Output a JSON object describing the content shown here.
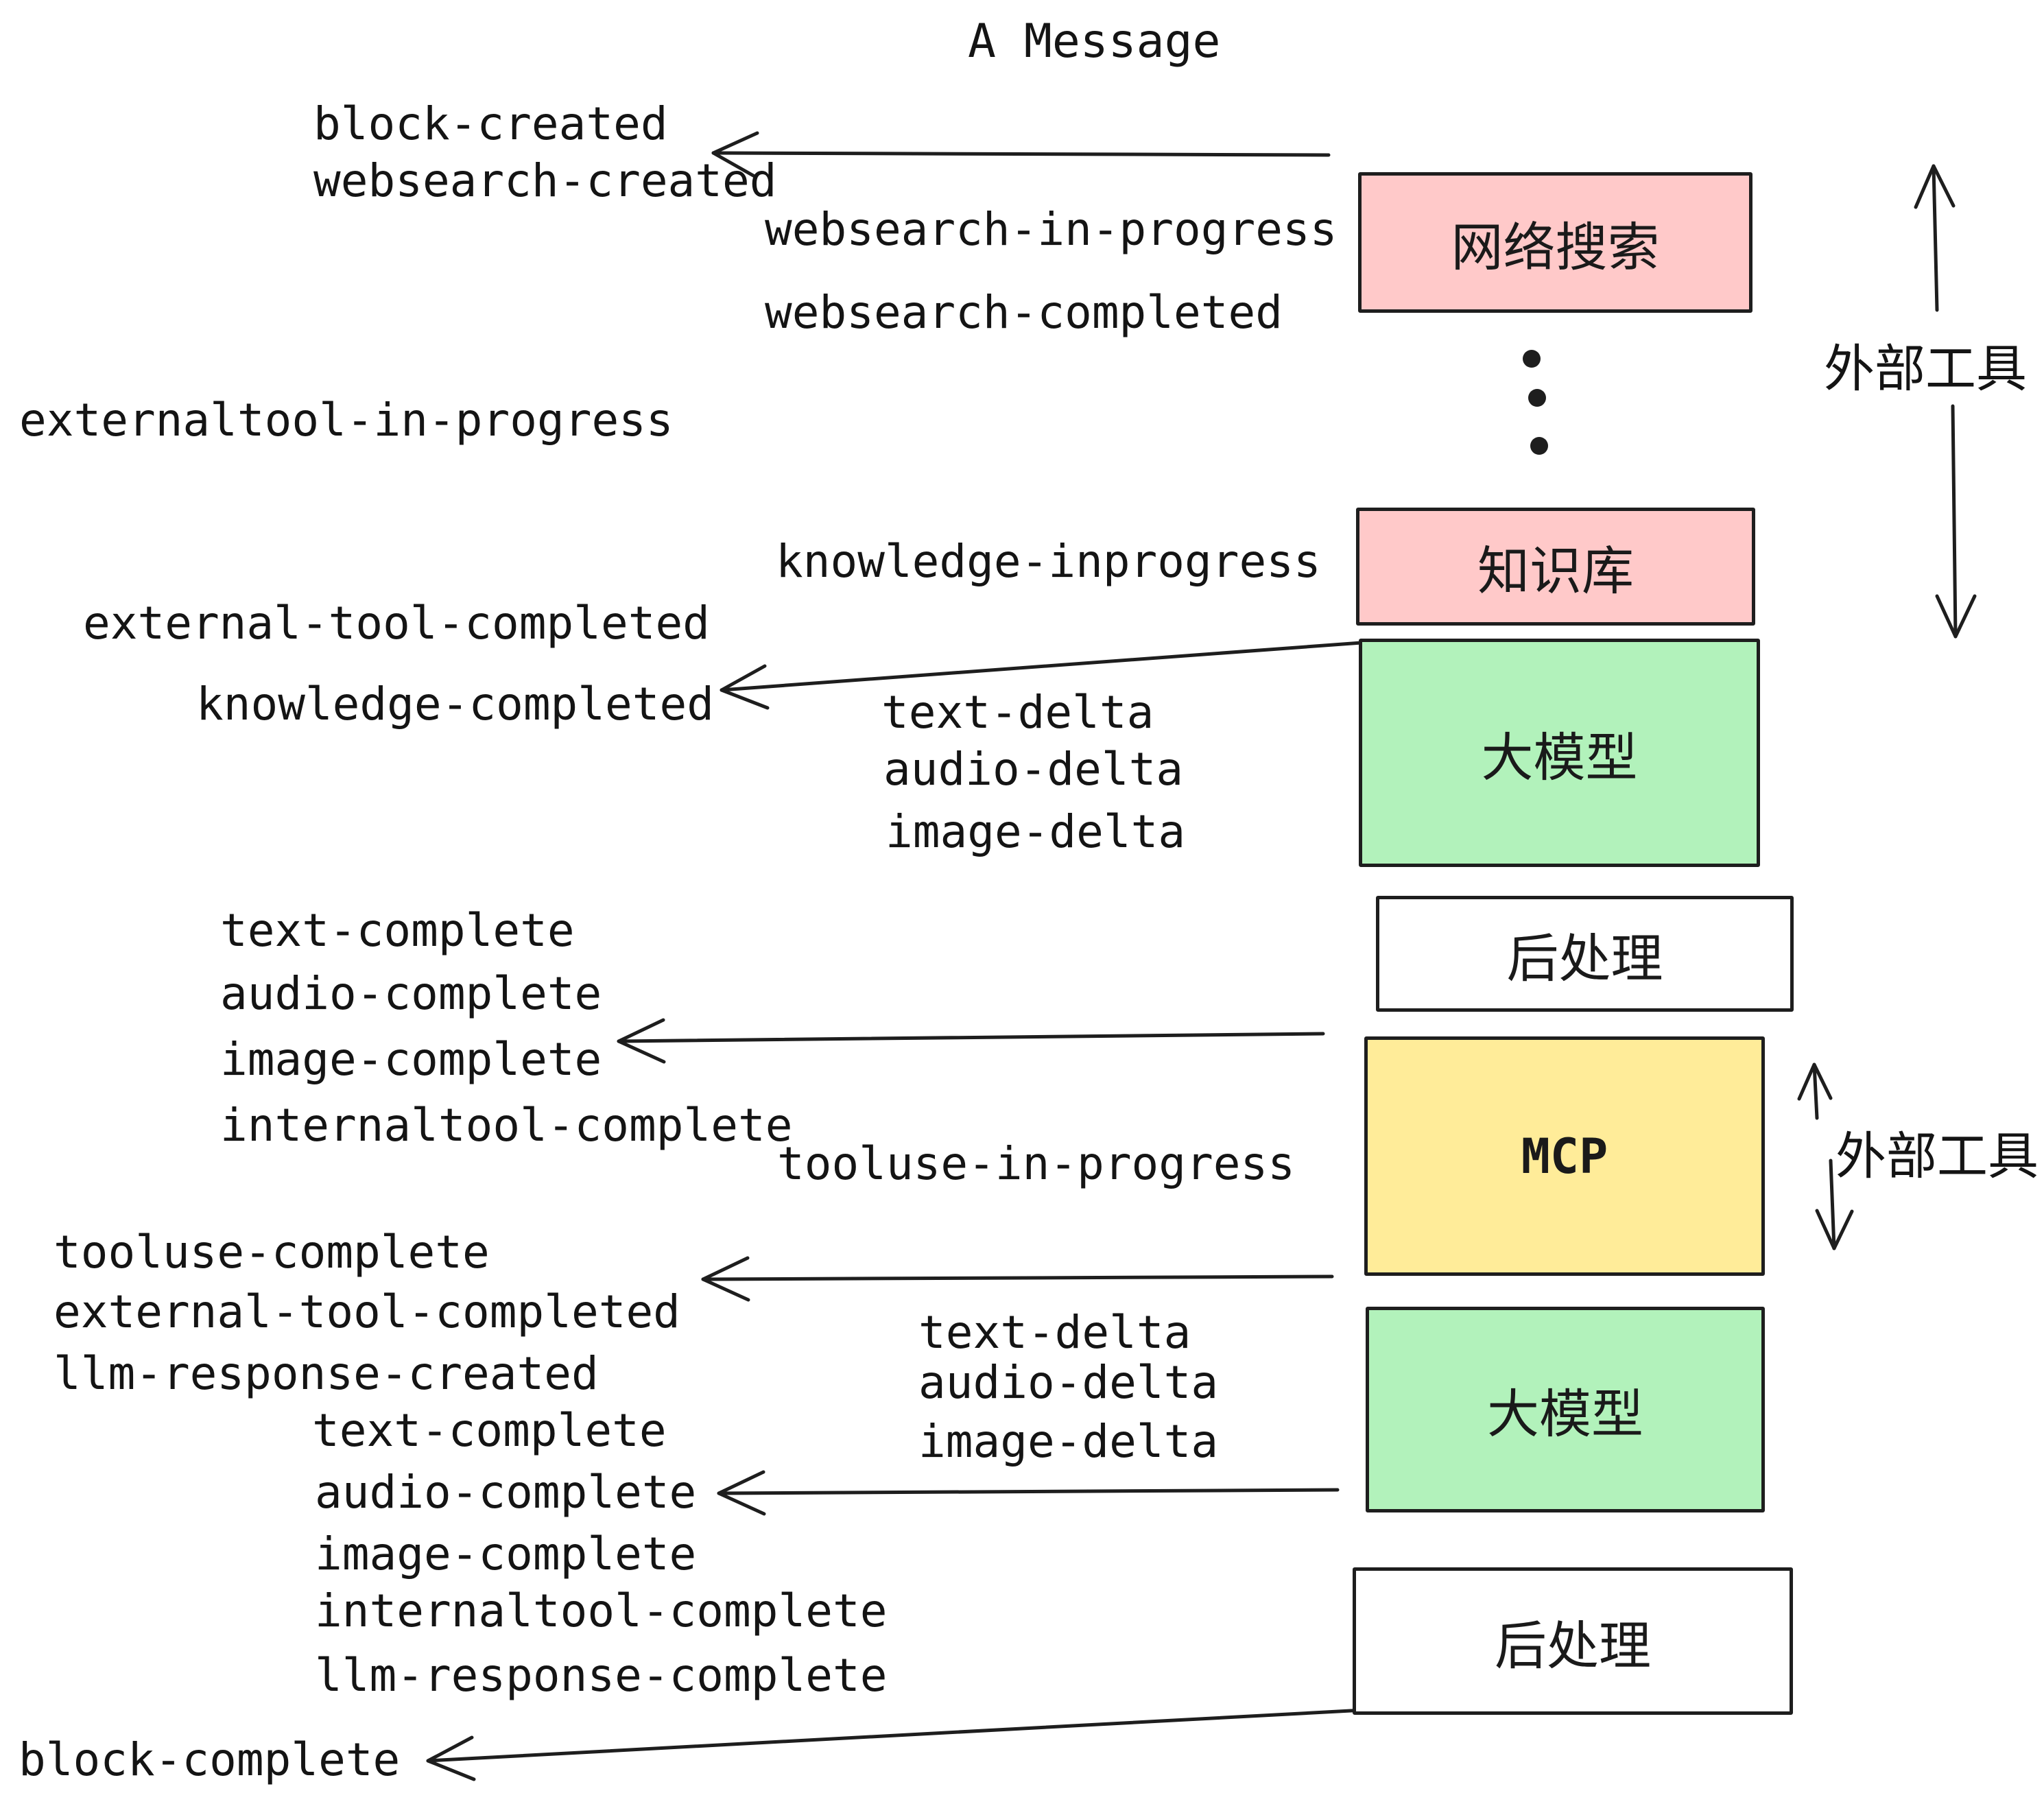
{
  "title": "A Message",
  "colors": {
    "background": "#ffffff",
    "ink": "#1e1e1e",
    "box_pink": "#ffc9c9",
    "box_green": "#b2f2bb",
    "box_yellow": "#ffec99",
    "box_white": "#ffffff"
  },
  "boxes": {
    "websearch": "网络搜索",
    "knowledge": "知识库",
    "llm1": "大模型",
    "post1": "后处理",
    "mcp": "MCP",
    "llm2": "大模型",
    "post2": "后处理"
  },
  "side_labels": {
    "external_tools_top": "外部工具",
    "external_tools_bottom": "外部工具"
  },
  "events": {
    "block_created": "block-created",
    "websearch_created": "websearch-created",
    "websearch_in_progress": "websearch-in-progress",
    "websearch_completed": "websearch-completed",
    "externaltool_in_progress": "externaltool-in-progress",
    "knowledge_inprogress": "knowledge-inprogress",
    "external_tool_completed_1": "external-tool-completed",
    "knowledge_completed": "knowledge-completed",
    "text_delta_1": "text-delta",
    "audio_delta_1": "audio-delta",
    "image_delta_1": "image-delta",
    "text_complete_1": "text-complete",
    "audio_complete_1": "audio-complete",
    "image_complete_1": "image-complete",
    "internaltool_complete_1": "internaltool-complete",
    "tooluse_in_progress": "tooluse-in-progress",
    "tooluse_complete": "tooluse-complete",
    "external_tool_completed_2": "external-tool-completed",
    "llm_response_created": "llm-response-created",
    "text_complete_2": "text-complete",
    "text_delta_2": "text-delta",
    "audio_delta_2": "audio-delta",
    "image_delta_2": "image-delta",
    "audio_complete_2": "audio-complete",
    "image_complete_2": "image-complete",
    "internaltool_complete_2": "internaltool-complete",
    "llm_response_complete": "llm-response-complete",
    "block_complete": "block-complete"
  }
}
